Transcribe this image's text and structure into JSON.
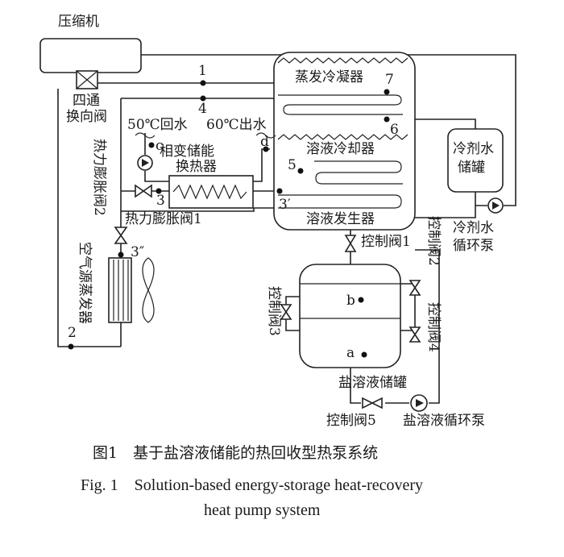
{
  "components": {
    "compressor": "压缩机",
    "four_way_valve_1": "四通",
    "four_way_valve_2": "换向阀",
    "evaporative_condenser": "蒸发冷凝器",
    "solution_cooler": "溶液冷却器",
    "solution_generator": "溶液发生器",
    "refrigerant_tank_1": "冷剂水",
    "refrigerant_tank_2": "储罐",
    "refrigerant_pump_1": "冷剂水",
    "refrigerant_pump_2": "循环泵",
    "pcm_exchanger_1": "相变储能",
    "pcm_exchanger_2": "换热器",
    "return_water": "50℃回水",
    "outlet_water": "60℃出水",
    "expansion_valve_2": "热力膨胀阀2",
    "expansion_valve_1": "热力膨胀阀1",
    "air_evaporator": "空气源蒸发器",
    "control_valve_1": "控制阀1",
    "control_valve_2": "控制阀2",
    "control_valve_3": "控制阀3",
    "control_valve_4": "控制阀4",
    "control_valve_5": "控制阀5",
    "salt_tank": "盐溶液储罐",
    "salt_pump": "盐溶液循环泵"
  },
  "points": {
    "p1": "1",
    "p2": "2",
    "p3": "3",
    "p3p": "3′",
    "p3pp": "3″",
    "p4": "4",
    "p5": "5",
    "p6": "6",
    "p7": "7",
    "a": "a",
    "b": "b",
    "c": "c",
    "d": "d"
  },
  "caption": {
    "cn": "图1　基于盐溶液储能的热回收型热泵系统",
    "en_line1": "Fig. 1　Solution-based energy-storage heat-recovery",
    "en_line2": "heat pump system"
  }
}
